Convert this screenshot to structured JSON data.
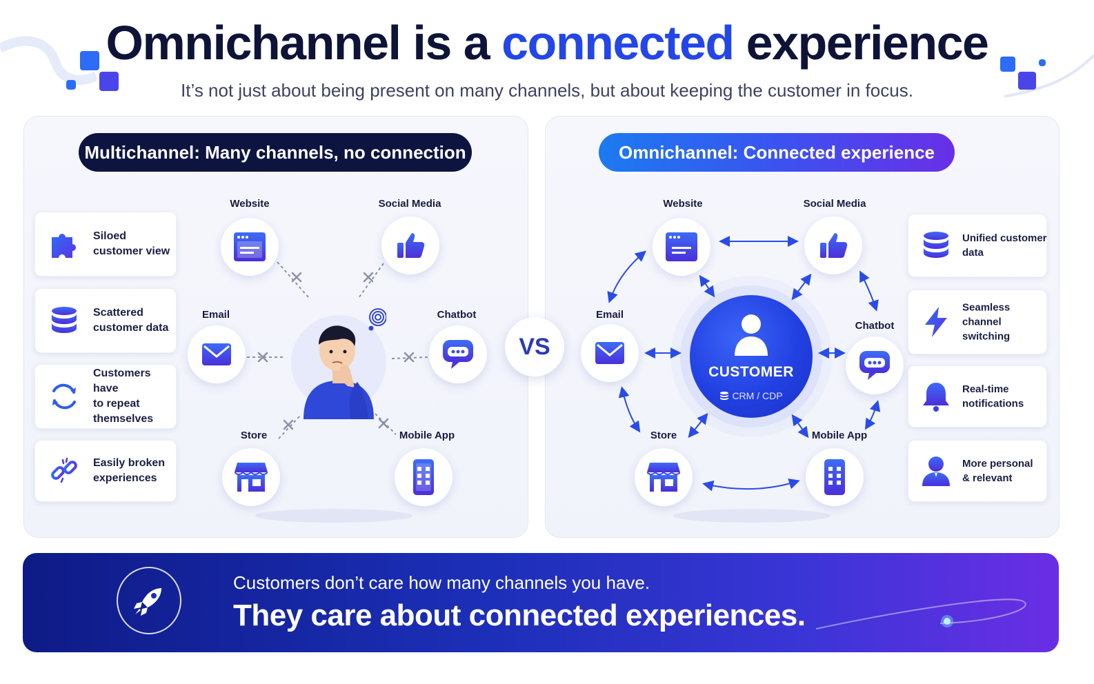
{
  "header": {
    "title_part1": "Omnichannel is a ",
    "title_accent": "connected",
    "title_part2": " experience",
    "subtitle": "It’s not just about being present on many channels, but about keeping the customer in focus."
  },
  "colors": {
    "accent": "#2446e8",
    "navy": "#0d1440",
    "purple": "#6a2fe6"
  },
  "left_panel": {
    "heading": "Multichannel: Many channels, no connection",
    "cards": [
      {
        "icon": "puzzle-icon",
        "text": "Siloed\ncustomer view"
      },
      {
        "icon": "database-icon",
        "text": "Scattered\ncustomer data"
      },
      {
        "icon": "refresh-icon",
        "text": "Customers have\nto repeat\nthemselves"
      },
      {
        "icon": "broken-link-icon",
        "text": "Easily broken\nexperiences"
      }
    ],
    "channels": {
      "website": "Website",
      "social": "Social Media",
      "email": "Email",
      "chatbot": "Chatbot",
      "store": "Store",
      "mobile": "Mobile App"
    }
  },
  "vs": "VS",
  "right_panel": {
    "heading": "Omnichannel: Connected experience",
    "customer_label": "CUSTOMER",
    "crm_label": "CRM / CDP",
    "channels": {
      "website": "Website",
      "social": "Social Media",
      "email": "Email",
      "chatbot": "Chatbot",
      "store": "Store",
      "mobile": "Mobile App"
    },
    "cards": [
      {
        "icon": "database-icon",
        "text": "Unified customer\ndata"
      },
      {
        "icon": "lightning-icon",
        "text": "Seamless\nchannel\nswitching"
      },
      {
        "icon": "bell-icon",
        "text": "Real-time\nnotifications"
      },
      {
        "icon": "person-icon",
        "text": "More personal\n& relevant"
      }
    ]
  },
  "banner": {
    "line1": "Customers don’t care how many channels you have.",
    "line2": "They care about connected experiences.",
    "icon": "rocket-icon"
  }
}
